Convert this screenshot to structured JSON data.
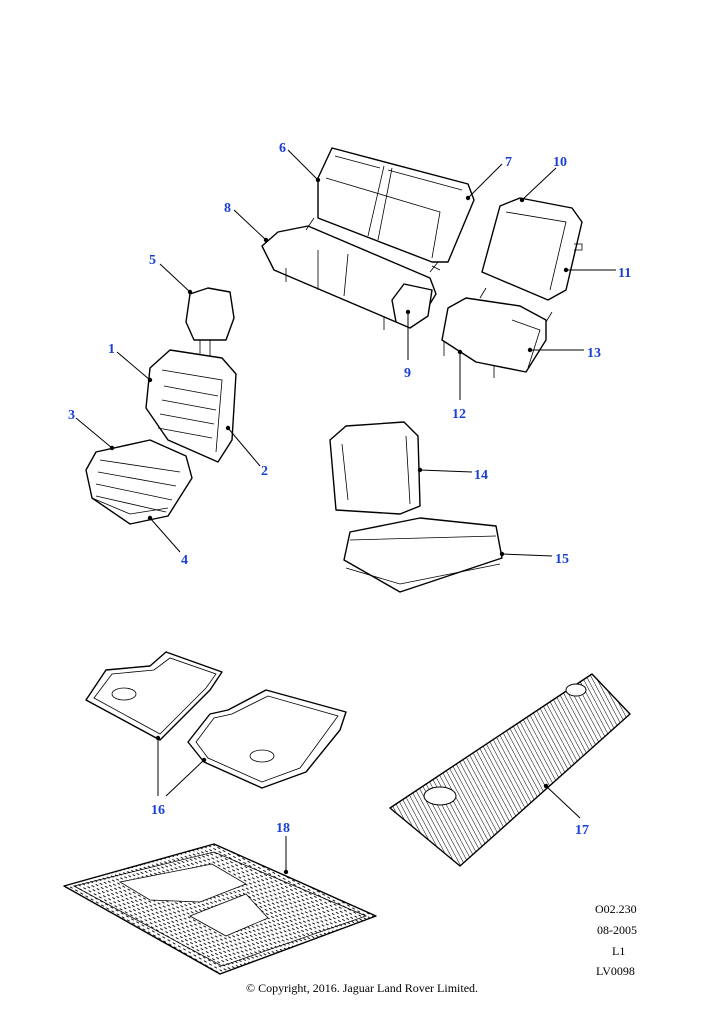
{
  "callouts": {
    "c1": "1",
    "c2": "2",
    "c3": "3",
    "c4": "4",
    "c5": "5",
    "c6": "6",
    "c7": "7",
    "c8": "8",
    "c9": "9",
    "c10": "10",
    "c11": "11",
    "c12": "12",
    "c13": "13",
    "c14": "14",
    "c15": "15",
    "c16": "16",
    "c17": "17",
    "c18": "18"
  },
  "meta": {
    "ref": "O02.230",
    "date": "08-2005",
    "level": "L1",
    "code": "LV0098"
  },
  "copyright": "© Copyright, 2016. Jaguar Land Rover Limited.",
  "colors": {
    "callout": "#1a3fd6",
    "line": "#000000"
  }
}
